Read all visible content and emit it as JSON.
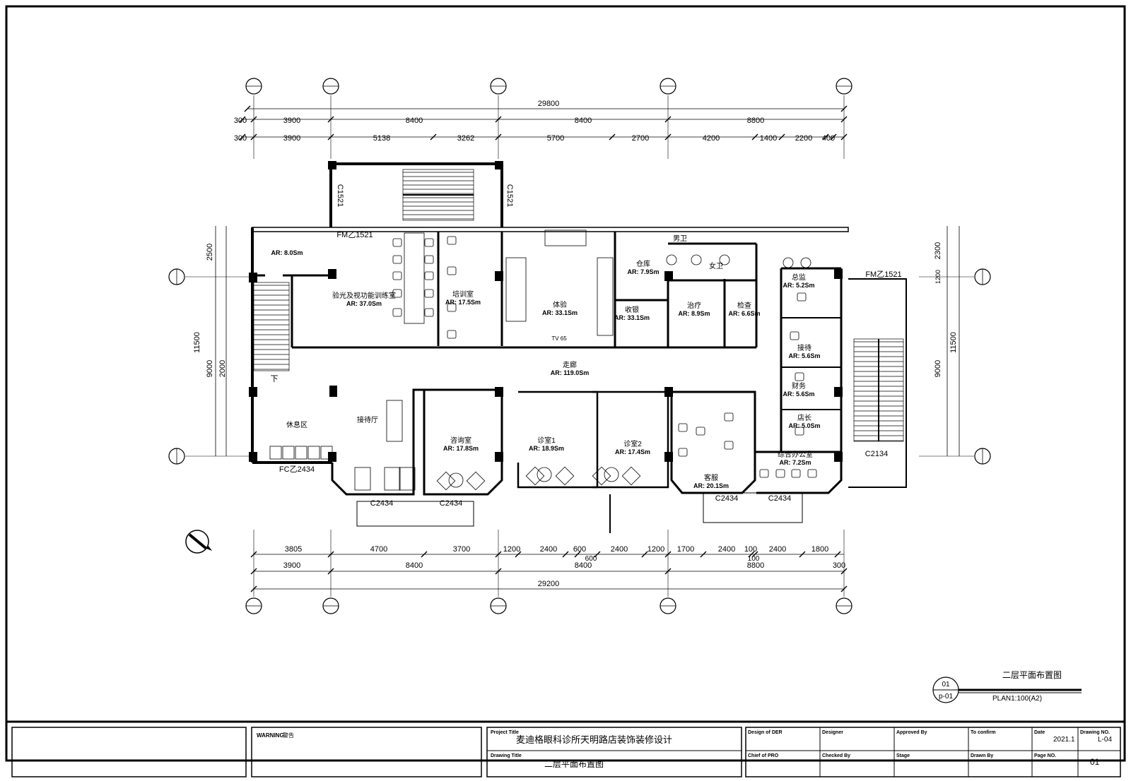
{
  "dimensions": {
    "top_total": "29800",
    "top_row1": [
      "300",
      "3900",
      "8400",
      "8400",
      "8800"
    ],
    "top_row2": [
      "300",
      "3900",
      "5138",
      "3262",
      "5700",
      "2700",
      "4200",
      "1400",
      "2200",
      "400"
    ],
    "bottom_row1": [
      "3805",
      "4700",
      "3700",
      "1200",
      "2400",
      "600",
      "2400",
      "1200",
      "1700",
      "2400",
      "100",
      "2400",
      "1800"
    ],
    "bottom_row1b": [
      "600",
      "100"
    ],
    "bottom_row2": [
      "3900",
      "8400",
      "8400",
      "8800",
      "300"
    ],
    "bottom_total": "29200",
    "left": [
      "2500",
      "11500",
      "9000",
      "2000"
    ],
    "right": [
      "2300",
      "1200",
      "11500",
      "9000"
    ]
  },
  "openings": [
    "C1521",
    "C1521",
    "FM乙1521",
    "FM乙1521",
    "FC乙2434",
    "C2434",
    "C2434",
    "C2434",
    "C2434",
    "C2134"
  ],
  "rooms": [
    {
      "name": "",
      "area": "AR: 8.0Sm"
    },
    {
      "name": "验光及视功能训练室",
      "area": "AR: 37.0Sm"
    },
    {
      "name": "培训室",
      "area": "AR: 17.5Sm"
    },
    {
      "name": "体验",
      "area": "AR: 33.1Sm"
    },
    {
      "name": "仓库",
      "area": "AR: 7.9Sm"
    },
    {
      "name": "收银",
      "area": "AR: 33.1Sm"
    },
    {
      "name": "男卫",
      "area": ""
    },
    {
      "name": "女卫",
      "area": ""
    },
    {
      "name": "治疗",
      "area": "AR: 8.9Sm"
    },
    {
      "name": "检查",
      "area": "AR: 6.6Sm"
    },
    {
      "name": "走廊",
      "area": "AR: 119.0Sm"
    },
    {
      "name": "休息区",
      "area": ""
    },
    {
      "name": "接待厅",
      "area": ""
    },
    {
      "name": "咨询室",
      "area": "AR: 17.8Sm"
    },
    {
      "name": "诊室1",
      "area": "AR: 18.9Sm"
    },
    {
      "name": "诊室2",
      "area": "AR: 17.4Sm"
    },
    {
      "name": "客服",
      "area": "AR: 20.1Sm"
    },
    {
      "name": "综合办公室",
      "area": "AR: 7.2Sm"
    },
    {
      "name": "总监",
      "area": "AR: 5.2Sm"
    },
    {
      "name": "财务",
      "area": "AR: 5.6Sm"
    },
    {
      "name": "店长",
      "area": "AR: 5.0Sm"
    },
    {
      "name": "接待",
      "area": "AR: 5.6Sm"
    }
  ],
  "misc_labels": {
    "down": "下",
    "tv": "TV 65"
  },
  "drawing_label": {
    "number": "01",
    "sheet_ref": "p-01",
    "title": "二层平面布置图",
    "scale": "PLAN1:100(A2)"
  },
  "title_block": {
    "warning_label": "WARNING",
    "warning_cn": "警告",
    "project_title_label": "Project Title",
    "project_title": "麦迪格眼科诊所天明路店装饰装修设计",
    "drawing_title_label": "Drawing Title",
    "drawing_title": "二层平面布置图",
    "design_of_der": "Design of DER",
    "designer": "Designer",
    "approved_by": "Approved By",
    "to_confirm": "To confirm",
    "date_label": "Date",
    "date_value": "2021.1",
    "drawing_no_label": "Drawing NO.",
    "drawing_no": "L-04",
    "chief_of_pro": "Chief of PRO",
    "checked_by": "Checked By",
    "stage": "Stage",
    "drawn_by": "Drawn By",
    "page_no_label": "Page NO.",
    "page_no": "01"
  }
}
